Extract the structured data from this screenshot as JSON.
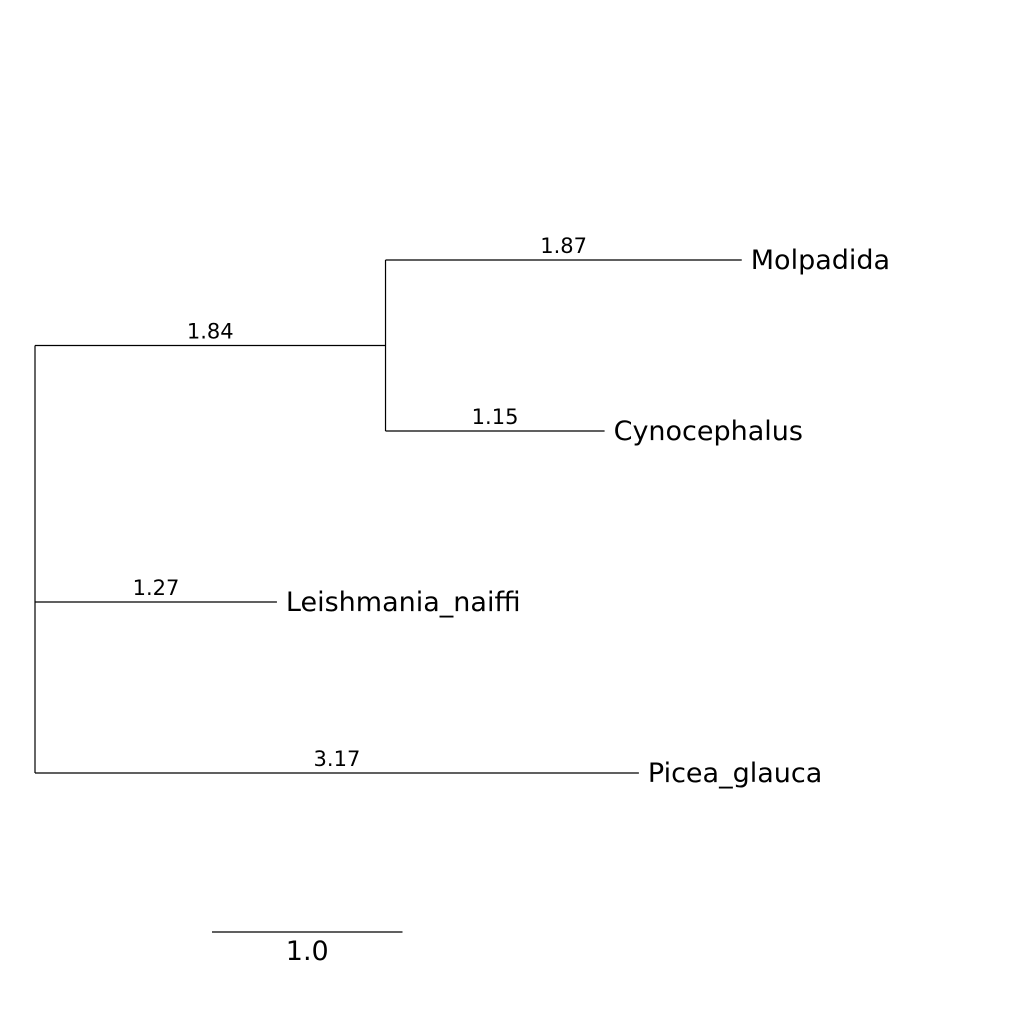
{
  "tree": {
    "root": {
      "children": [
        {
          "branch_length": 1.84,
          "branch_label": "1.84",
          "children": [
            {
              "name": "Molpadida",
              "branch_length": 1.87,
              "branch_label": "1.87"
            },
            {
              "name": "Cynocephalus",
              "branch_length": 1.15,
              "branch_label": "1.15"
            }
          ]
        },
        {
          "name": "Leishmania_naiffi",
          "branch_length": 1.27,
          "branch_label": "1.27"
        },
        {
          "name": "Picea_glauca",
          "branch_length": 3.17,
          "branch_label": "3.17"
        }
      ]
    },
    "scale_bar": {
      "length": 1.0,
      "label": "1.0"
    },
    "colors": {
      "line": "#000000",
      "text": "#000000",
      "background": "#ffffff"
    }
  }
}
